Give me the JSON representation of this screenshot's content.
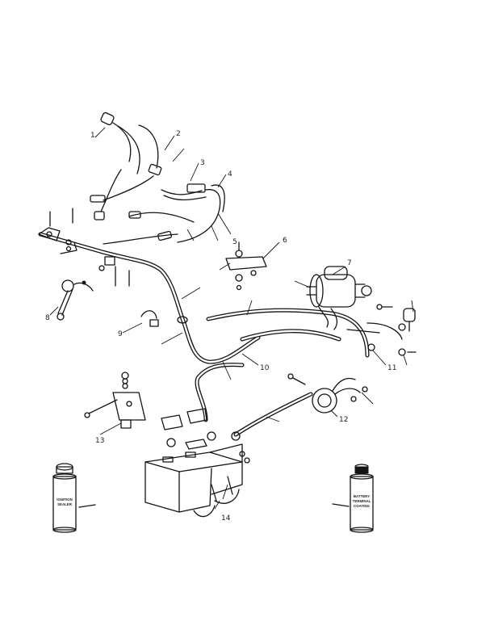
{
  "diagram": {
    "callouts": [
      {
        "id": "c1",
        "text": "1"
      },
      {
        "id": "c2",
        "text": "2"
      },
      {
        "id": "c3",
        "text": "3"
      },
      {
        "id": "c4",
        "text": "4"
      },
      {
        "id": "c5",
        "text": "5"
      },
      {
        "id": "c6",
        "text": "6"
      },
      {
        "id": "c7",
        "text": "7"
      },
      {
        "id": "c8",
        "text": "8"
      },
      {
        "id": "c9",
        "text": "9"
      },
      {
        "id": "c10",
        "text": "10"
      },
      {
        "id": "c11",
        "text": "11"
      },
      {
        "id": "c12",
        "text": "12"
      },
      {
        "id": "c13",
        "text": "13"
      },
      {
        "id": "c14",
        "text": "14"
      }
    ],
    "left_can": {
      "label_line1": "IGNITION",
      "label_line2": "SEALER"
    },
    "right_can": {
      "label_line1": "BATTERY",
      "label_line2": "TERMINAL",
      "label_line3": "COATING"
    }
  }
}
